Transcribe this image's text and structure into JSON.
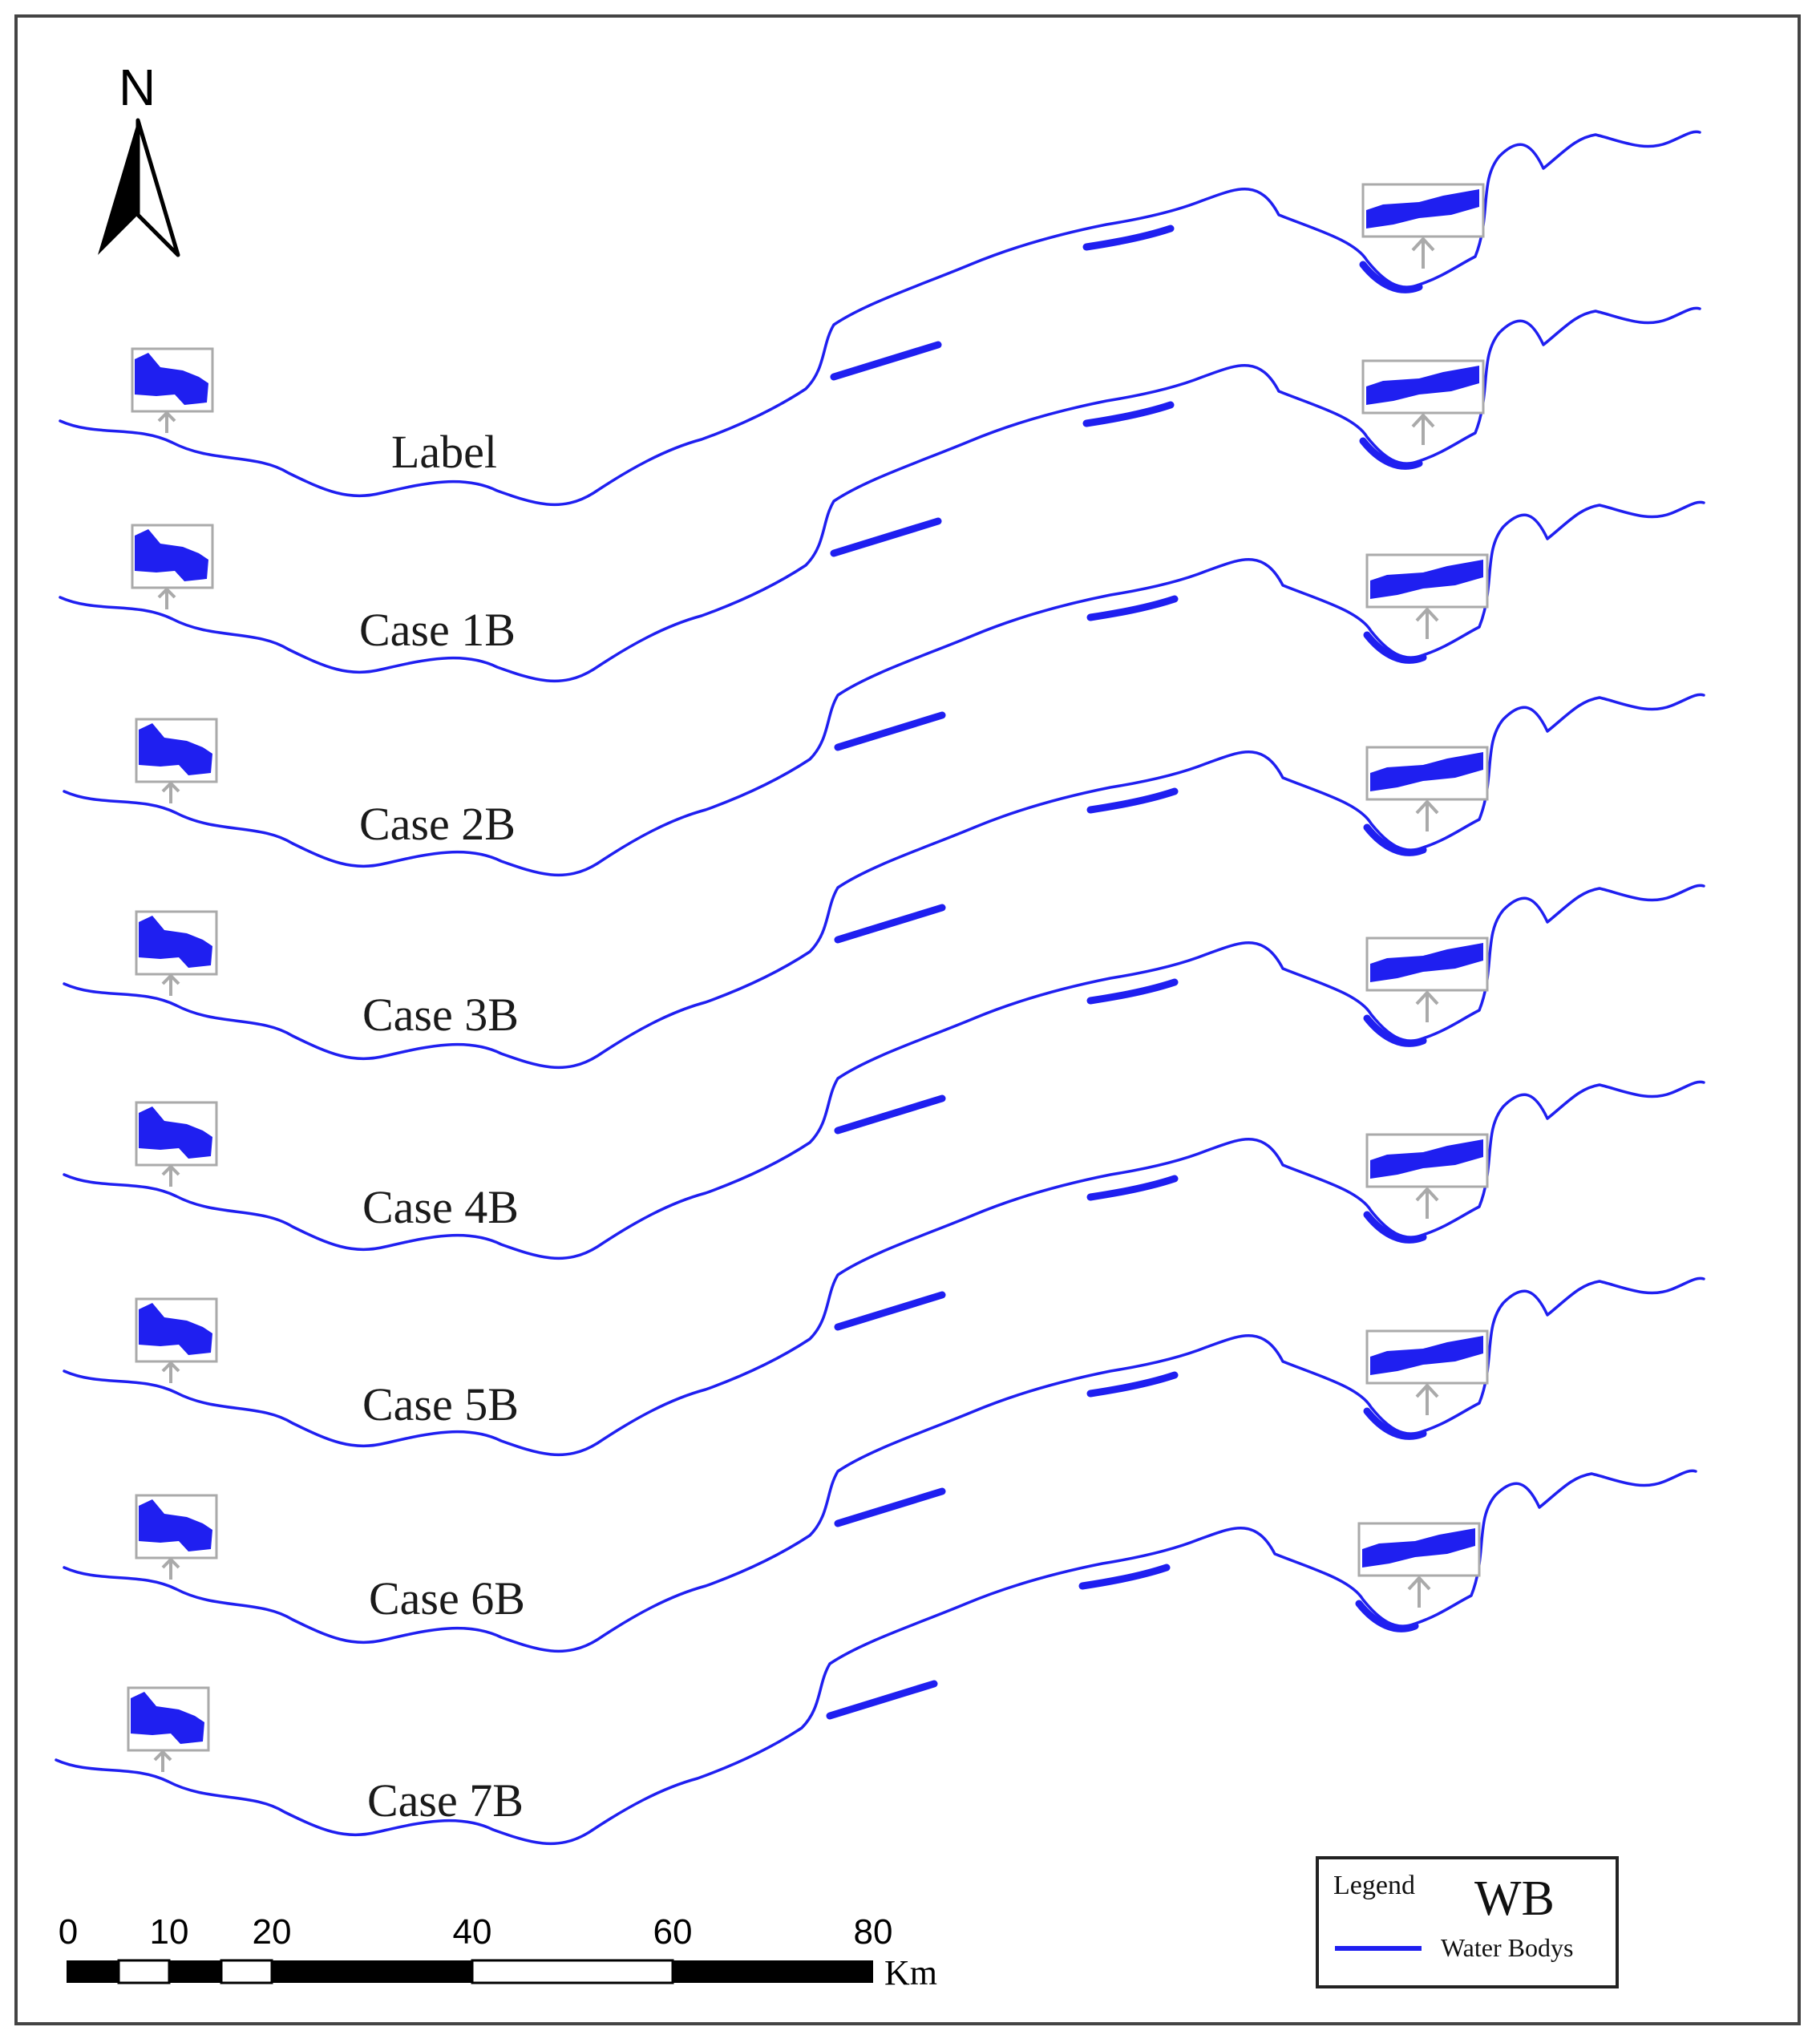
{
  "north_arrow": {
    "letter": "N"
  },
  "river_color": "#1f1ff0",
  "cases": [
    {
      "label": "Label"
    },
    {
      "label": "Case 1B"
    },
    {
      "label": "Case 2B"
    },
    {
      "label": "Case 3B"
    },
    {
      "label": "Case 4B"
    },
    {
      "label": "Case 5B"
    },
    {
      "label": "Case 6B"
    },
    {
      "label": "Case 7B"
    }
  ],
  "scale_bar": {
    "ticks": [
      "0",
      "10",
      "20",
      "40",
      "60",
      "80"
    ],
    "unit": "Km"
  },
  "legend": {
    "title": "Legend",
    "header": "WB",
    "item": "Water Bodys",
    "item_color": "#1f1ff0"
  }
}
